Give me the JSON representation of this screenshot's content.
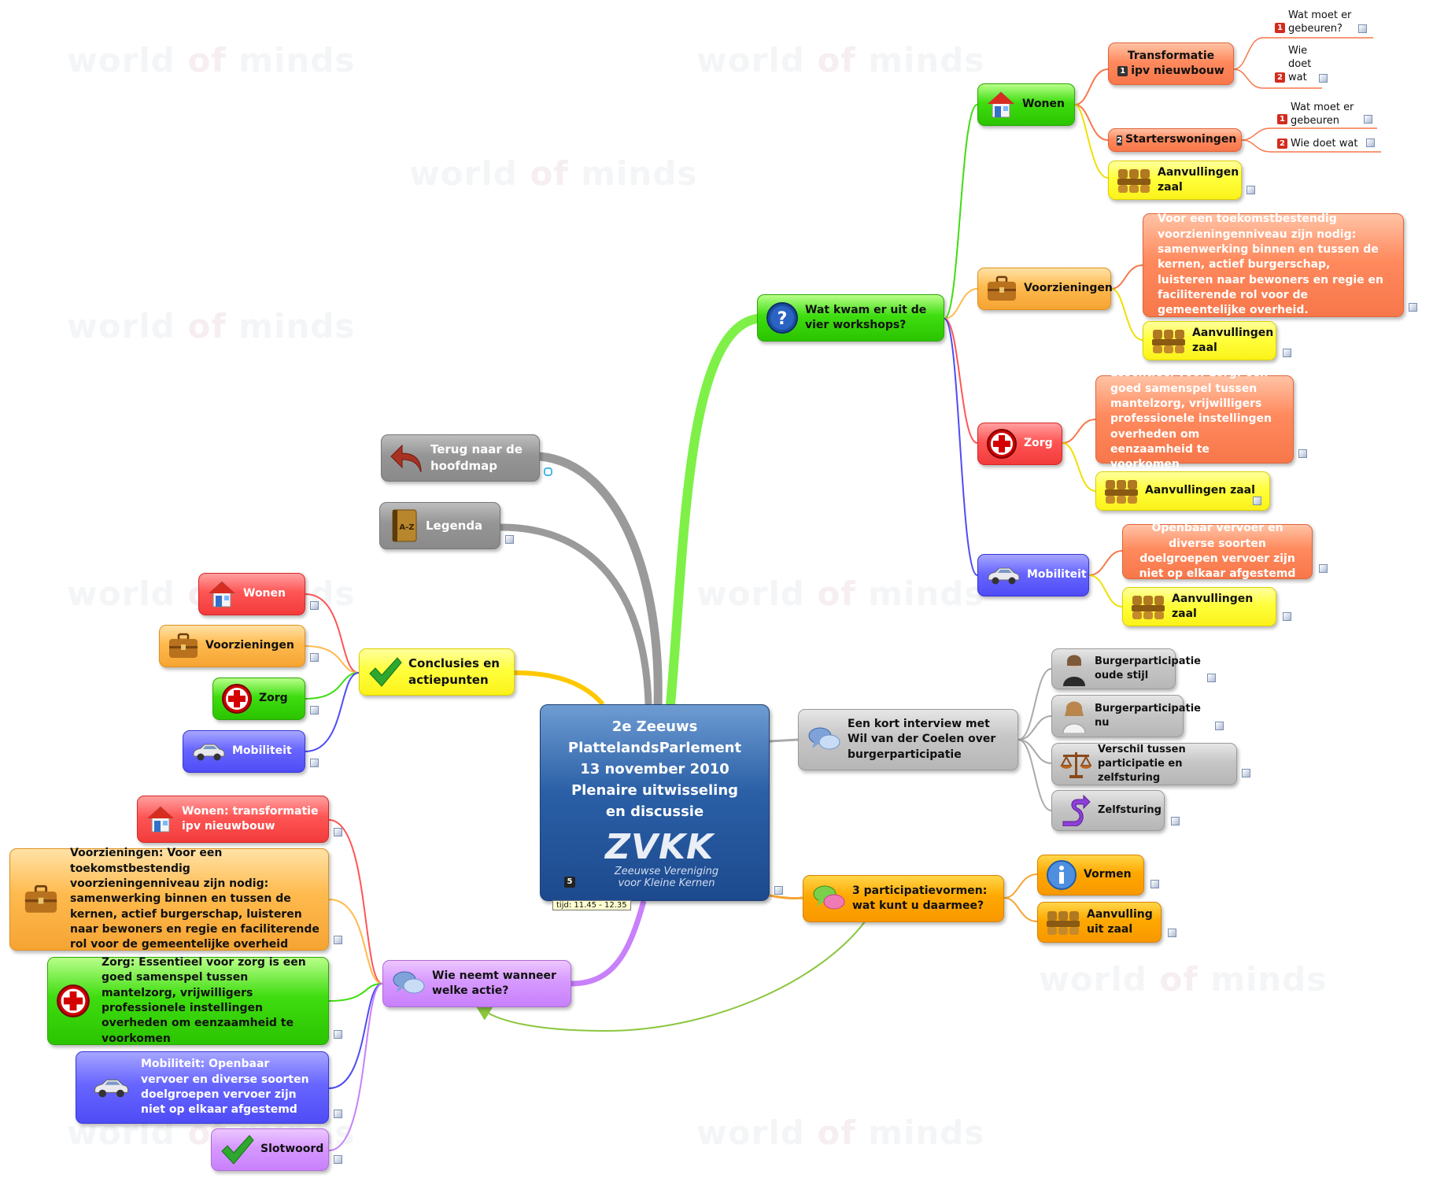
{
  "central": {
    "title_lines": [
      "2e Zeeuws",
      "PlattelandsParlement",
      "13 november 2010",
      "Plenaire uitwisseling",
      "en discussie"
    ],
    "logo_text": "ZVKK",
    "logo_subtitle_1": "Zeeuwse Vereniging",
    "logo_subtitle_2": "voor Kleine Kernen",
    "slide_badge": "5",
    "time_tag": "tijd: 11.45 - 12.35"
  },
  "watermark": {
    "word1": "world",
    "word2": "of",
    "word3": "minds"
  },
  "workshops": {
    "label": "Wat kwam er uit de vier workshops?",
    "wonen": {
      "label": "Wonen",
      "transformatie": {
        "label_1": "Transformatie",
        "label_2": "ipv nieuwbouw",
        "badge": "1",
        "q1_badge": "1",
        "q1": "Wat moet er gebeuren?",
        "q2_badge": "2",
        "q2": "Wie doet wat"
      },
      "starters": {
        "label": "Starterswoningen",
        "badge": "2",
        "q1_badge": "1",
        "q1": "Wat moet er gebeuren",
        "q2_badge": "2",
        "q2": "Wie doet wat"
      },
      "aanvullingen": "Aanvullingen zaal"
    },
    "voorzieningen": {
      "label": "Voorzieningen",
      "detail": "Voor een toekomstbestendig voorzieningenniveau zijn nodig: samenwerking binnen en tussen de kernen, actief burgerschap, luisteren naar bewoners  en regie en faciliterende rol voor de gemeentelijke overheid.",
      "aanvullingen": "Aanvullingen zaal"
    },
    "zorg": {
      "label": "Zorg",
      "detail": "Essentieel voor zorg: een goed samenspel tussen mantelzorg, vrijwilligers professionele instellingen overheden om eenzaamheid te voorkomen",
      "aanvullingen": "Aanvullingen zaal"
    },
    "mobiliteit": {
      "label": "Mobiliteit",
      "detail": "Openbaar vervoer en diverse soorten doelgroepen vervoer zijn niet op elkaar afgestemd",
      "aanvullingen": "Aanvullingen zaal"
    }
  },
  "interview": {
    "label": "Een kort interview met Wil van der Coelen over burgerparticipatie",
    "items": [
      "Burgerparticipatie oude stijl",
      "Burgerparticipatie nu",
      "Verschil tussen participatie en zelfsturing",
      "Zelfsturing"
    ]
  },
  "participatie": {
    "label": "3 participatievormen: wat kunt u daarmee?",
    "vormen": "Vormen",
    "aanvulling": "Aanvulling uit zaal"
  },
  "terug": "Terug naar de hoofdmap",
  "legenda": "Legenda",
  "legenda_icon_text": "A-Z",
  "conclusies": {
    "label": "Conclusies en actiepunten",
    "items": [
      "Wonen",
      "Voorzieningen",
      "Zorg",
      "Mobiliteit"
    ]
  },
  "actie": {
    "label": "Wie neemt wanneer welke actie?",
    "wonen": "Wonen: transformatie ipv nieuwbouw",
    "voorzieningen": "Voorzieningen: Voor een toekomstbestendig voorzieningenniveau zijn nodig: samenwerking binnen en tussen de kernen, actief burgerschap, luisteren naar bewoners en regie en faciliterende rol voor de gemeentelijke overheid",
    "zorg": "Zorg: Essentieel voor zorg is een goed samenspel tussen mantelzorg, vrijwilligers professionele instellingen overheden om eenzaamheid te voorkomen",
    "mobiliteit": "Mobiliteit: Openbaar vervoer en diverse soorten doelgroepen vervoer zijn niet op elkaar afgestemd",
    "slotwoord": "Slotwoord"
  },
  "colors": {
    "green": "#3fdd10",
    "orange": "#ffba4e",
    "salmon": "#ff8a5e",
    "yellow": "#ffff3c",
    "red": "#ff5555",
    "blue": "#6866ff",
    "gray": "#c6c6c6",
    "purple": "#d699ff",
    "central": "#2a5fa6"
  }
}
